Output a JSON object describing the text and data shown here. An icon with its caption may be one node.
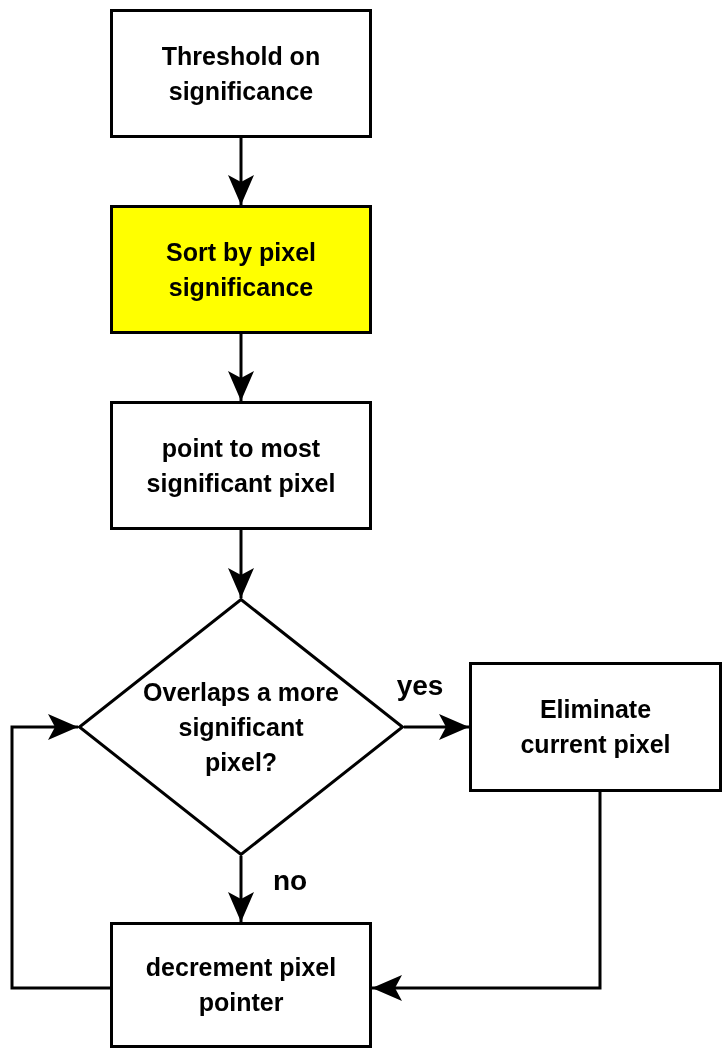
{
  "diagram": {
    "nodes": [
      {
        "text": [
          "Threshold on significance"
        ]
      },
      {
        "text": [
          "Sort by pixel significance"
        ]
      },
      {
        "text": [
          "point to most significant pixel"
        ]
      },
      {
        "text": [
          "Overlaps a more significant pixel?"
        ]
      },
      {
        "text": [
          "Eliminate current pixel"
        ]
      },
      {
        "text": [
          "decrement pixel pointer"
        ]
      }
    ],
    "edges": [
      {
        "from": 0,
        "to": 1,
        "arrow": "to"
      },
      {
        "from": 1,
        "to": 2,
        "arrow": "to"
      },
      {
        "from": 2,
        "to": 3,
        "arrow": "to"
      },
      {
        "from": 3,
        "to": 4,
        "arrow": "to",
        "label": "yes"
      },
      {
        "from": 3,
        "to": 5,
        "arrow": "to",
        "label": "no"
      },
      {
        "from": 4,
        "to": 5,
        "arrow": "to"
      },
      {
        "from": 5,
        "to": 3,
        "arrow": "to"
      }
    ]
  }
}
